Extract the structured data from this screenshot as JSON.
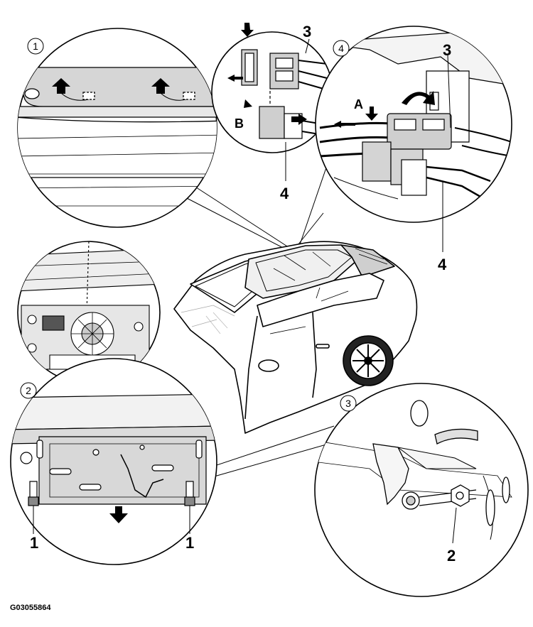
{
  "detail_badges": {
    "detail_1": "1",
    "detail_2": "2",
    "detail_3": "3",
    "detail_4": "4"
  },
  "callouts": {
    "bolt_left": "1",
    "bolt_right": "1",
    "nut": "2",
    "connector_top_small": "3",
    "connector_top_large": "3",
    "connector_bottom_small": "4",
    "connector_bottom_large": "4",
    "arrow_a": "A",
    "arrow_b": "B"
  },
  "figure_id": "G03055864"
}
